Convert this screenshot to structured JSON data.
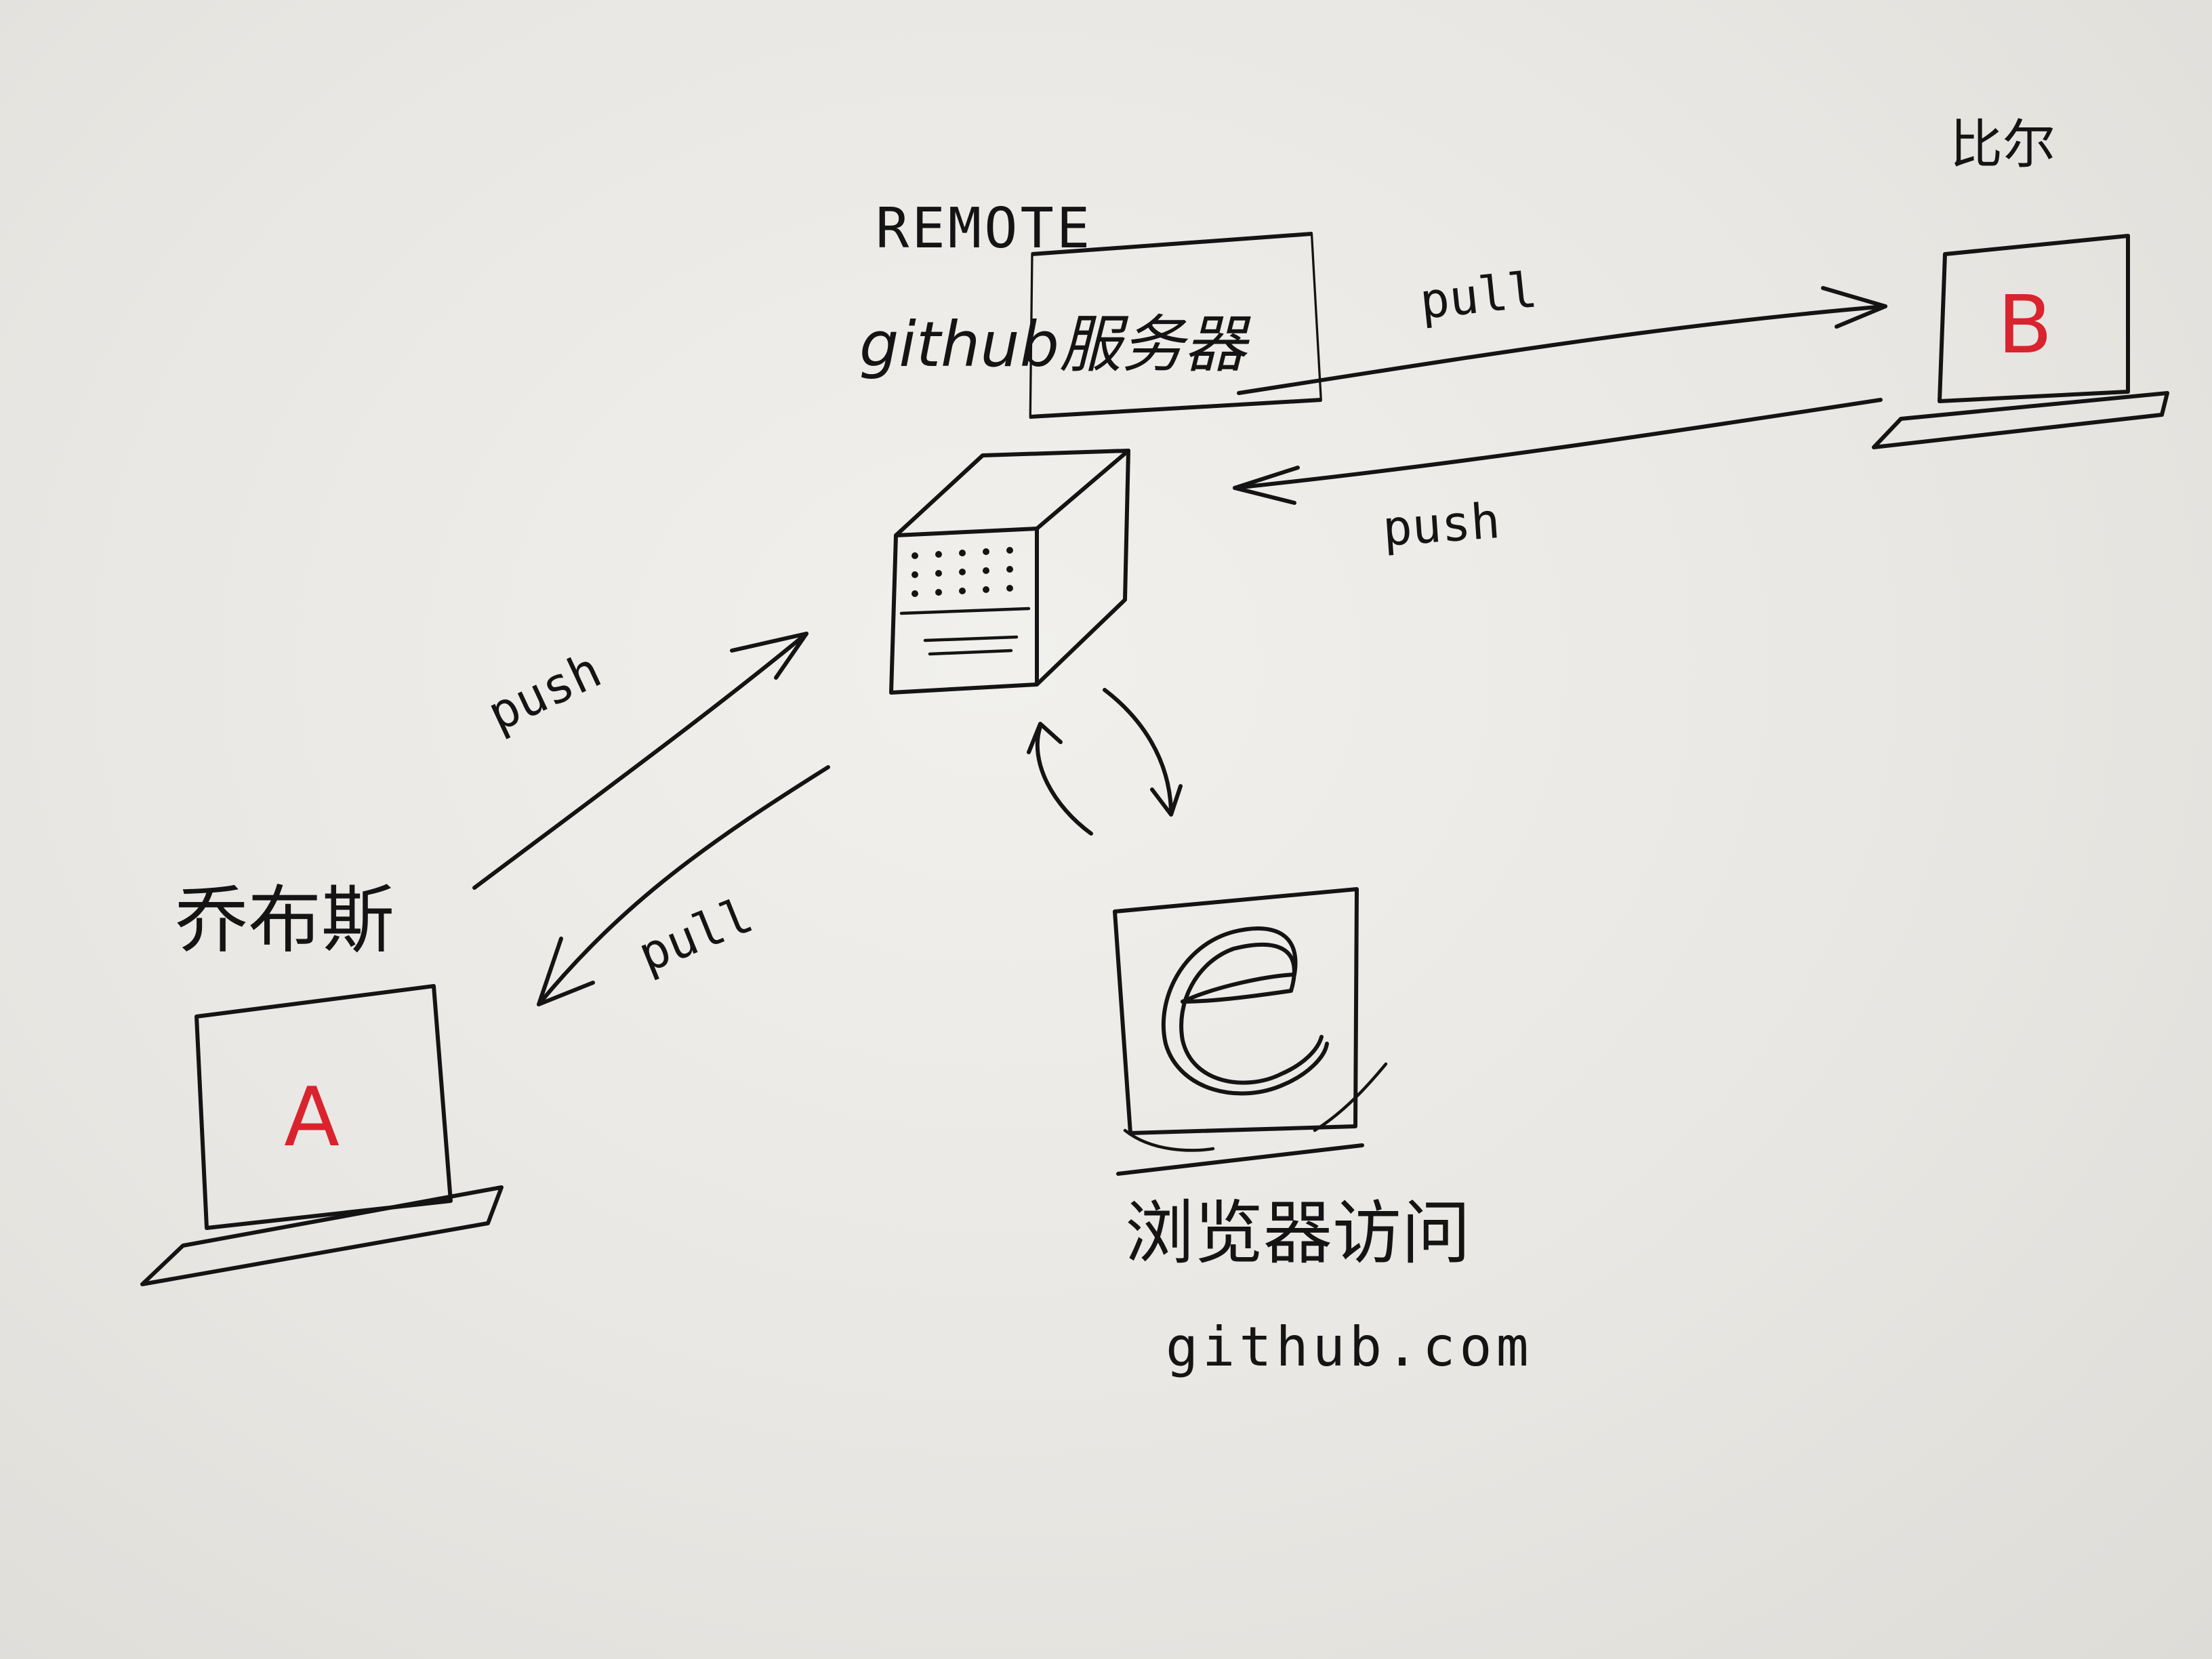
{
  "server": {
    "title": "REMOTE",
    "subtitle": "github服务器"
  },
  "client_a": {
    "owner": "乔布斯",
    "screen_letter": "A"
  },
  "client_b": {
    "owner": "比尔",
    "screen_letter": "B"
  },
  "browser": {
    "caption": "浏览器访问",
    "url": "github.com"
  },
  "edges": {
    "a_to_server": "push",
    "server_to_a": "pull",
    "server_to_b": "pull",
    "b_to_server": "push"
  },
  "colors": {
    "ink": "#141414",
    "letter": "#d9232e",
    "paper": "#eeede9"
  }
}
